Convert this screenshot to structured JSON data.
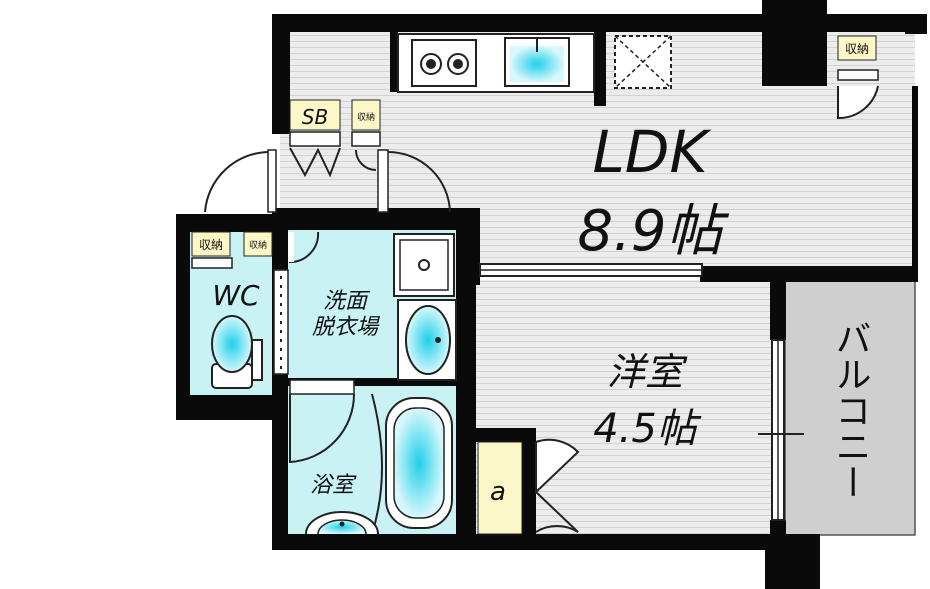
{
  "rooms": {
    "ldk_name": "LDK",
    "ldk_size": "8.9帖",
    "western_name": "洋室",
    "western_size": "4.5帖",
    "balcony": "バルコニー",
    "wc": "WC",
    "washroom_line1": "洗面",
    "washroom_line2": "脱衣場",
    "bathroom": "浴室"
  },
  "labels": {
    "storage": "収納",
    "shoe_box": "SB",
    "alpha": "a"
  },
  "colors": {
    "wall": "#0a0a0a",
    "floor": "#e6e6e6",
    "wet_area": "#c9f2f5",
    "fixture_blue": "#34d8ee",
    "label_bg": "#fbf7c6",
    "balcony": "#cfcfcf"
  }
}
